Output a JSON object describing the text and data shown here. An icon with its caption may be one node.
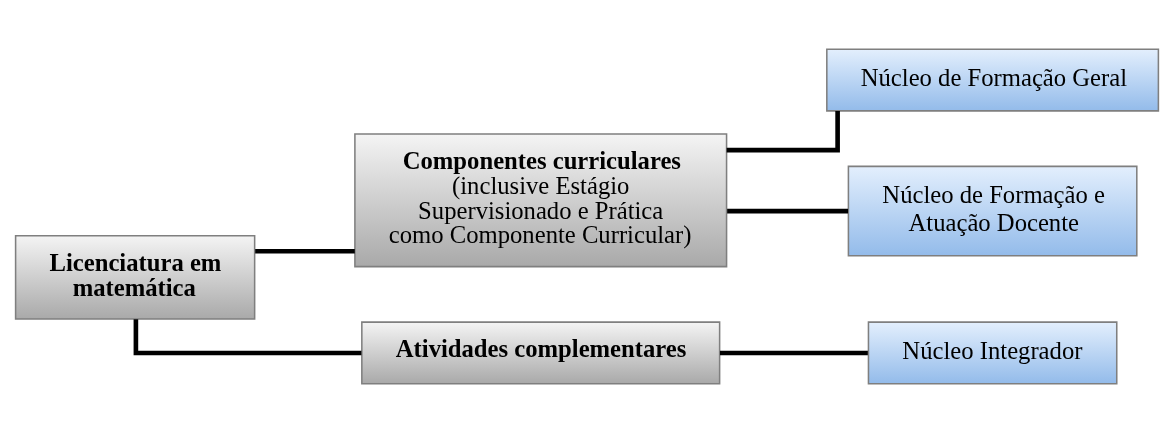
{
  "diagram": {
    "nodes": [
      {
        "text": [
          "Licenciatura em matemática"
        ]
      },
      {
        "text": [
          "Componentes curriculares",
          "(inclusive Estágio Supervisionado e Prática como Componente Curricular)"
        ]
      },
      {
        "text": [
          "Atividades complementares"
        ]
      },
      {
        "text": [
          "Núcleo de Formação Geral"
        ]
      },
      {
        "text": [
          "Núcleo de Formação e Atuação Docente"
        ]
      },
      {
        "text": [
          "Núcleo Integrador"
        ]
      }
    ],
    "edges": [
      {
        "from": 0,
        "to": 1,
        "arrow": "none"
      },
      {
        "from": 0,
        "to": 2,
        "arrow": "none"
      },
      {
        "from": 1,
        "to": 3,
        "arrow": "none"
      },
      {
        "from": 1,
        "to": 4,
        "arrow": "none"
      },
      {
        "from": 2,
        "to": 5,
        "arrow": "none"
      }
    ]
  }
}
